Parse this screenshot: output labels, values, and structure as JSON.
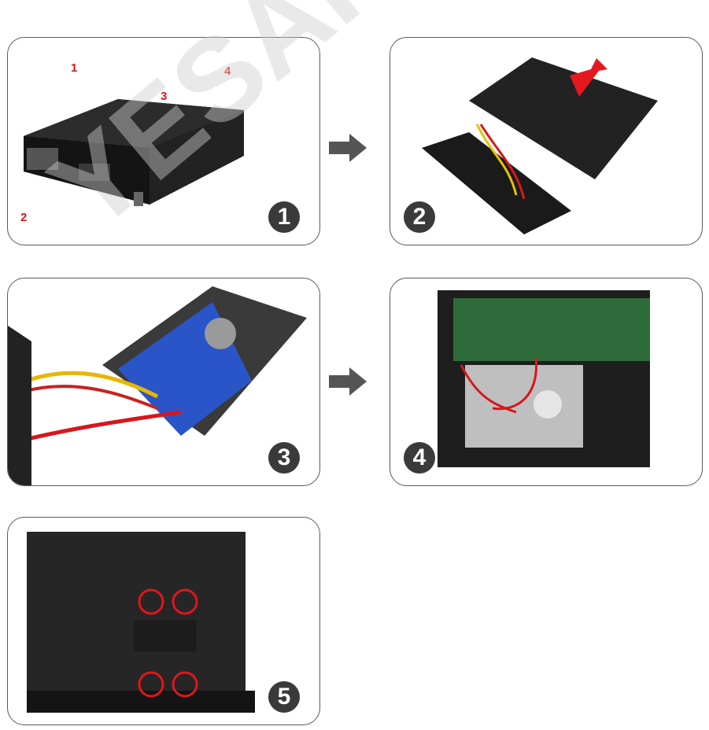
{
  "steps": [
    {
      "badge": "1",
      "callouts": [
        "1",
        "2",
        "3",
        "4"
      ]
    },
    {
      "badge": "2"
    },
    {
      "badge": "3"
    },
    {
      "badge": "4"
    },
    {
      "badge": "5"
    }
  ],
  "watermark": {
    "text": "YESAI"
  },
  "colors": {
    "callout": "#d8161b",
    "badge": "#3a3a3a",
    "arrow": "#555555",
    "panel_border": "#5a5a5a"
  }
}
